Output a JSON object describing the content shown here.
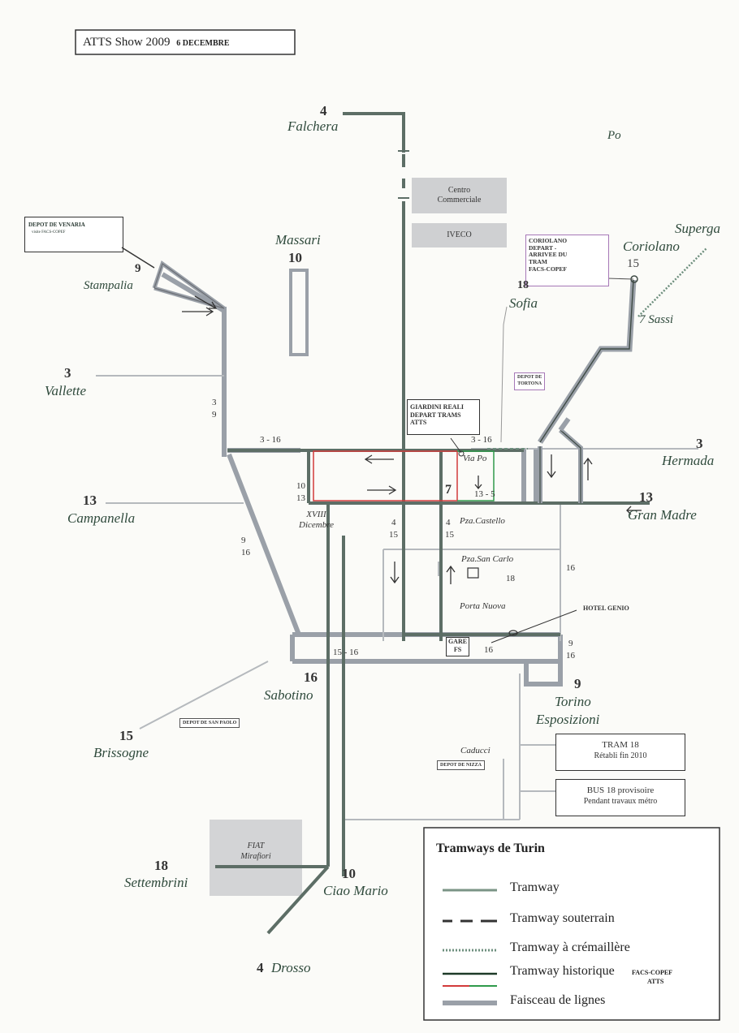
{
  "header": {
    "title": "ATTS Show 2009",
    "date": "6 DECEMBRE"
  },
  "places": {
    "falchera": "Falchera",
    "po": "Po",
    "massari": "Massari",
    "stampalia": "Stampalia",
    "vallette": "Vallette",
    "campanella": "Campanella",
    "xviii": "XVIII",
    "dicembre": "Dicembre",
    "sofia": "Sofia",
    "coriolano": "Coriolano",
    "superga": "Superga",
    "sassi": "7 Sassi",
    "hermada": "Hermada",
    "gran_madre": "Gran Madre",
    "via_po": "Via Po",
    "pza_castello": "Pza.Castello",
    "pza_san_carlo": "Pza.San Carlo",
    "porta_nuova": "Porta Nuova",
    "sabotino": "Sabotino",
    "brissogne": "Brissogne",
    "torino": "Torino",
    "esposizioni": "Esposizioni",
    "caducci": "Caducci",
    "settembrini": "Settembrini",
    "ciao_mario": "Ciao Mario",
    "drosso": "Drosso"
  },
  "numbers": {
    "n4_top": "4",
    "n10_massari": "10",
    "n9_stampalia": "9",
    "n3_vallette": "3",
    "n13_campanella": "13",
    "n3_9": "3",
    "n9_b": "9",
    "n3_16_left": "3 - 16",
    "n3_16_right": "3 - 16",
    "n10": "10",
    "n13": "13",
    "n9_16_a": "9",
    "n9_16_b": "16",
    "n4_15_a": "4",
    "n15_a": "15",
    "n4_15_b": "4",
    "n15_b": "15",
    "n7": "7",
    "n13_5": "13 - 5",
    "n18_sofia": "18",
    "n15_corio": "15",
    "n3_hermada": "3",
    "n13_gm": "13",
    "n18_sc": "18",
    "n16_right": "16",
    "n15_16": "15 - 16",
    "n16_gare": "16",
    "n9_r": "9",
    "n16_r": "16",
    "n9_torino": "9",
    "n16_sabotino": "16",
    "n15_briss": "15",
    "n18_sett": "18",
    "n10_ciao": "10",
    "n4_drosso": "4"
  },
  "boxes": {
    "centro_line1": "Centro",
    "centro_line2": "Commerciale",
    "iveco": "IVECO",
    "depot_venaria": "DEPOT DE VENARIA",
    "depot_venaria_sub": "visite FACS-COPEF",
    "coriolano_box": [
      "CORIOLANO",
      "DEPART -",
      "ARRIVEE DU",
      "TRAM",
      "FACS-COPEF"
    ],
    "depot_tortona": [
      "DEPOT DE",
      "TORTONA"
    ],
    "giardini": [
      "GIARDINI REALI",
      "DEPART TRAMS",
      "ATTS"
    ],
    "hotel_genio": "HOTEL GENIO",
    "gare_fs": [
      "GARE",
      "FS"
    ],
    "depot_san_paolo": "DEPOT DE SAN PAOLO",
    "depot_nizza": "DEPOT DE NIZZA",
    "tram18": [
      "TRAM 18",
      "Rétabli fin 2010"
    ],
    "bus18": [
      "BUS 18 provisoire",
      "Pendant travaux métro"
    ],
    "fiat": [
      "FIAT",
      "Mirafiori"
    ]
  },
  "legend": {
    "title": "Tramways de Turin",
    "items": [
      "Tramway",
      "Tramway souterrain",
      "Tramway à crémaillère",
      "Tramway historique",
      "Faisceau de lignes"
    ],
    "historique_note": [
      "FACS-COPEF",
      "ATTS"
    ]
  },
  "colors": {
    "line": "#5f7d6c",
    "bundle": "#9aa0a8",
    "historic": "#1e3a28",
    "red": "#d23a3a",
    "green": "#2f9a4a",
    "rack": "#6e8f7e"
  }
}
